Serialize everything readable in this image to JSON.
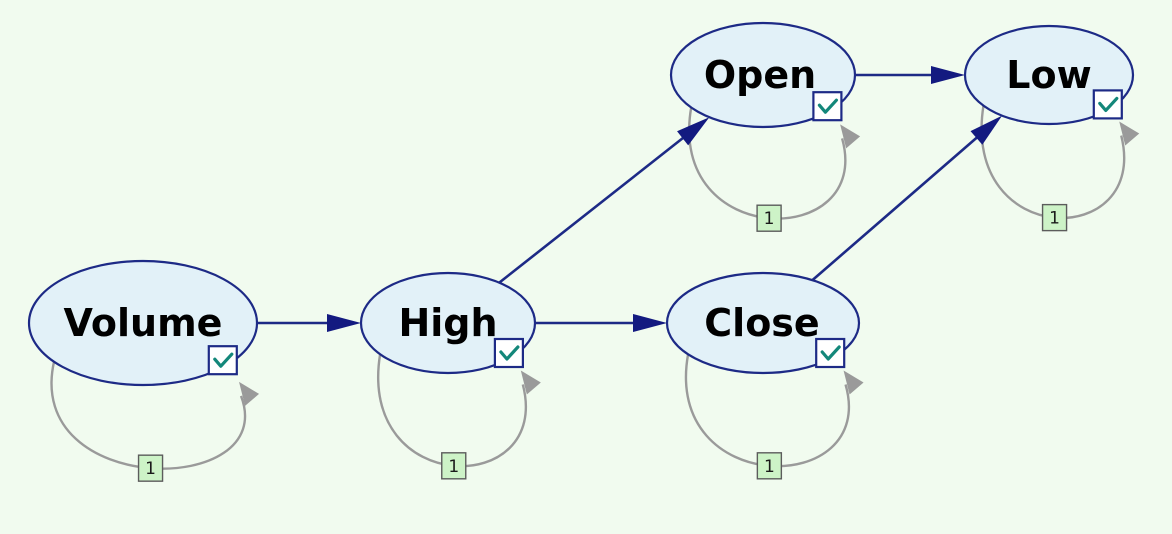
{
  "nodes": [
    {
      "id": "volume",
      "label": "Volume",
      "checked": true,
      "loop_badge": "1"
    },
    {
      "id": "high",
      "label": "High",
      "checked": true,
      "loop_badge": "1"
    },
    {
      "id": "open",
      "label": "Open",
      "checked": true,
      "loop_badge": "1"
    },
    {
      "id": "close",
      "label": "Close",
      "checked": true,
      "loop_badge": "1"
    },
    {
      "id": "low",
      "label": "Low",
      "checked": true,
      "loop_badge": "1"
    }
  ],
  "edges": [
    {
      "from": "volume",
      "to": "high"
    },
    {
      "from": "high",
      "to": "close"
    },
    {
      "from": "high",
      "to": "open"
    },
    {
      "from": "open",
      "to": "low"
    },
    {
      "from": "close",
      "to": "low"
    }
  ],
  "colors": {
    "background": "#f1fbef",
    "node_fill": "#e2f1f8",
    "node_stroke": "#1d2a86",
    "edge": "#131a80",
    "loop": "#9a9a9a",
    "check": "#13877a",
    "badge_fill": "#cdf3c7"
  }
}
